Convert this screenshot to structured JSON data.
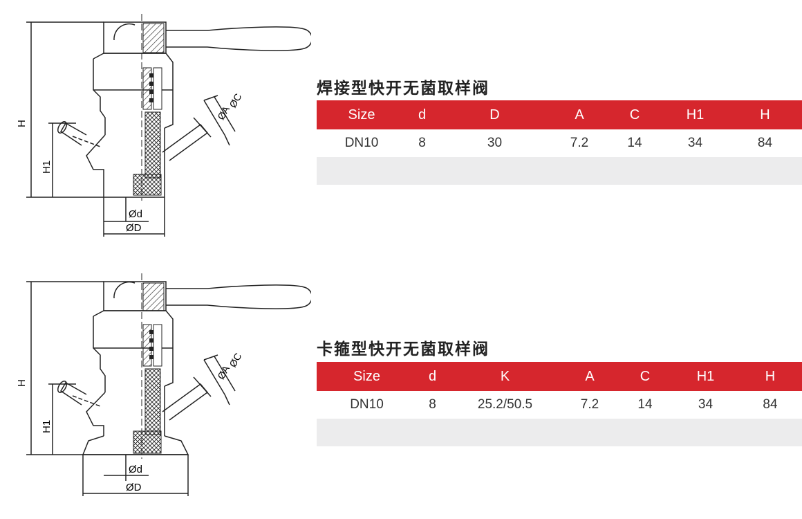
{
  "sections": [
    {
      "title": "焊接型快开无菌取样阀",
      "headers": [
        "Size",
        "d",
        "D",
        "A",
        "C",
        "H1",
        "H"
      ],
      "row": [
        "DN10",
        "8",
        "30",
        "7.2",
        "14",
        "34",
        "84"
      ],
      "drawing_labels": {
        "h": "H",
        "h1": "H1",
        "d": "Ød",
        "D": "ØD",
        "a": "ØA",
        "c": "ØC"
      }
    },
    {
      "title": "卡箍型快开无菌取样阀",
      "headers": [
        "Size",
        "d",
        "K",
        "A",
        "C",
        "H1",
        "H"
      ],
      "row": [
        "DN10",
        "8",
        "25.2/50.5",
        "7.2",
        "14",
        "34",
        "84"
      ],
      "drawing_labels": {
        "h": "H",
        "h1": "H1",
        "d": "Ød",
        "D": "ØD",
        "a": "ØA",
        "c": "ØC"
      }
    }
  ],
  "colors": {
    "header_bg": "#d6262d",
    "blank_row": "#ececed"
  }
}
